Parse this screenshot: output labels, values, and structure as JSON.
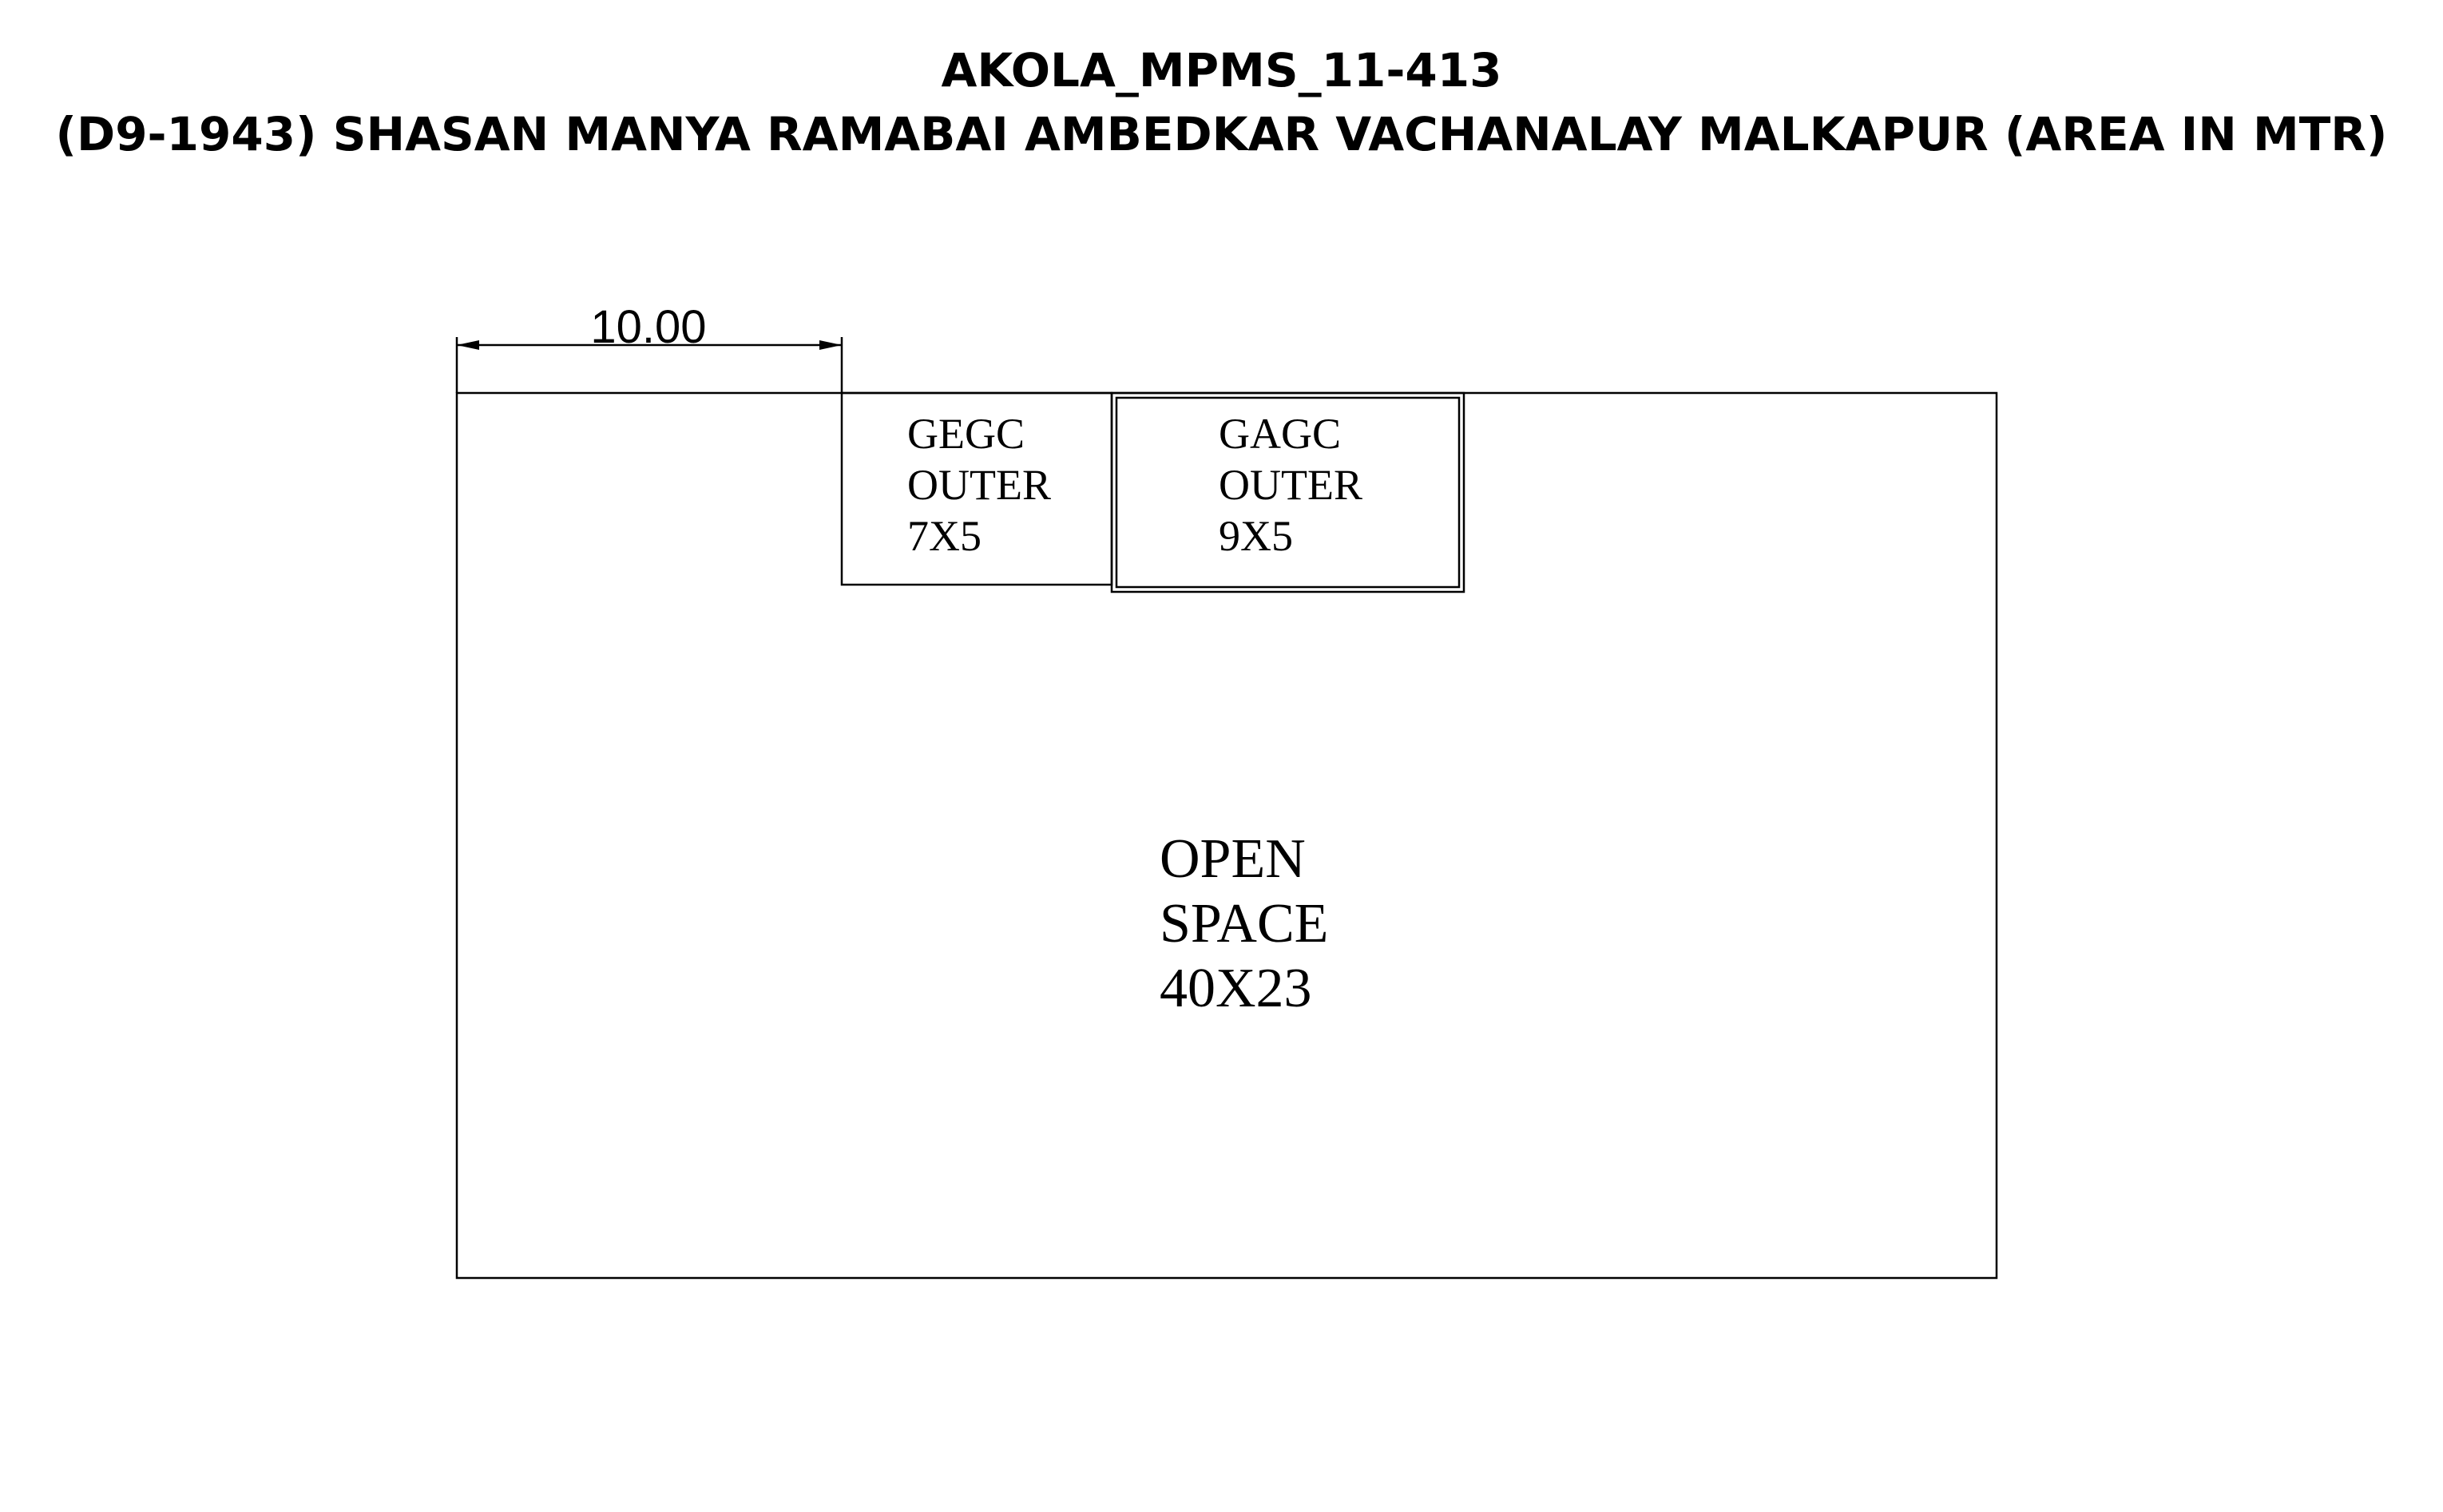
{
  "title": {
    "line1": "AKOLA_MPMS_11-413",
    "line2": "(D9-1943) SHASAN MANYA RAMABAI AMBEDKAR VACHANALAY MALKAPUR (AREA IN MTR)"
  },
  "dimension": {
    "label": "10.00"
  },
  "rooms": {
    "gegc": {
      "name": "GEGC",
      "type": "OUTER",
      "size": "7X5"
    },
    "gagc": {
      "name": "GAGC",
      "type": "OUTER",
      "size": "9X5"
    },
    "open_space": {
      "line1": "OPEN",
      "line2": "SPACE",
      "size": "40X23"
    }
  },
  "colors": {
    "line": "#000000",
    "background": "#ffffff"
  }
}
